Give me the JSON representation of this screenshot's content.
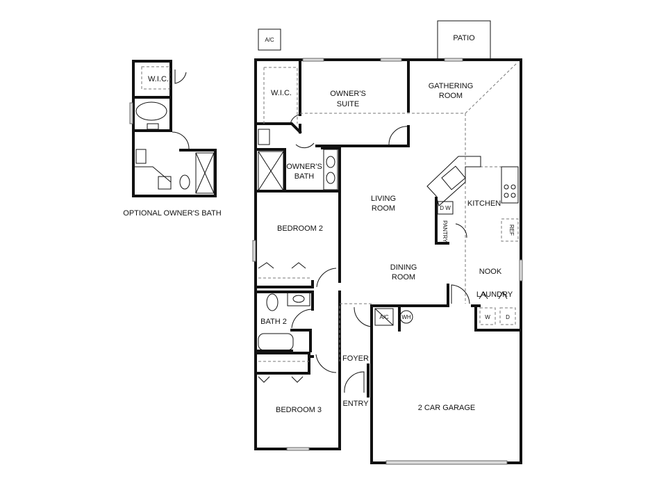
{
  "rooms": {
    "ac_outside": "A/C",
    "patio": "PATIO",
    "wic": "W.I.C.",
    "owners_suite_1": "OWNER'S",
    "owners_suite_2": "SUITE",
    "gathering_1": "GATHERING",
    "gathering_2": "ROOM",
    "owners_bath_1": "OWNER'S",
    "owners_bath_2": "BATH",
    "living_1": "LIVING",
    "living_2": "ROOM",
    "kitchen": "KITCHEN",
    "dw": "D W",
    "pantry": "PANTRY",
    "ref": "REF",
    "bedroom2": "BEDROOM 2",
    "dining_1": "DINING",
    "dining_2": "ROOM",
    "nook": "NOOK",
    "laundry": "LAUNDRY",
    "washer": "W",
    "dryer": "D",
    "bath2": "BATH 2",
    "ac_inside": "A/C",
    "wh": "WH",
    "foyer": "FOYER",
    "entry": "ENTRY",
    "bedroom3": "BEDROOM 3",
    "garage": "2 CAR GARAGE"
  },
  "optional": {
    "wic": "W.I.C.",
    "caption": "OPTIONAL OWNER'S BATH"
  }
}
